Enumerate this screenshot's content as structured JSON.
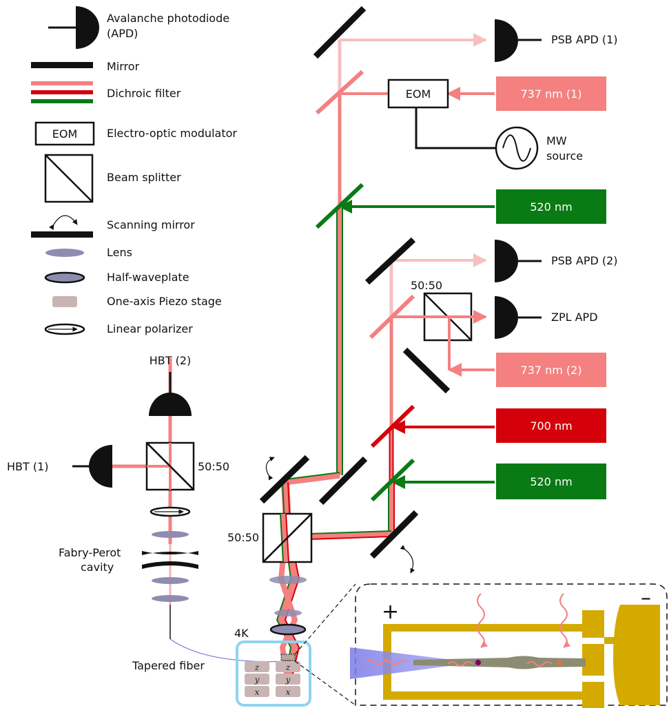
{
  "legend": {
    "apd": "Avalanche photodiode",
    "apd_abbrev": "(APD)",
    "mirror": "Mirror",
    "dichroic": "Dichroic filter",
    "eom_box": "EOM",
    "eom": "Electro-optic modulator",
    "beam_splitter": "Beam splitter",
    "scanning_mirror": "Scanning mirror",
    "lens": "Lens",
    "half_waveplate": "Half-waveplate",
    "piezo": "One-axis Piezo stage",
    "polarizer": "Linear polarizer"
  },
  "detectors": {
    "psb1": "PSB APD (1)",
    "psb2": "PSB APD (2)",
    "zpl": "ZPL APD",
    "hbt1": "HBT (1)",
    "hbt2": "HBT (2)"
  },
  "sources": {
    "laser737_1": "737 nm (1)",
    "laser520_a": "520 nm",
    "laser737_2": "737 nm (2)",
    "laser700": "700 nm",
    "laser520_b": "520 nm",
    "mw_line1": "MW",
    "mw_line2": "source"
  },
  "optics": {
    "eom": "EOM",
    "bs_ratio_top": "50:50",
    "bs_ratio_hbt": "50:50",
    "bs_ratio_main": "50:50",
    "fp_line1": "Fabry-Perot",
    "fp_line2": "cavity",
    "temp_4k": "4K",
    "tapered_fiber": "Tapered fiber"
  },
  "stage_axes": {
    "z": "z",
    "y": "y",
    "x": "x"
  },
  "electrodes": {
    "plus": "+",
    "minus": "–"
  },
  "colors": {
    "red_light": "#f48080",
    "red_faint": "#f7c0c0",
    "green": "#0a7a14",
    "dark_red": "#d4000a",
    "gold": "#d4aa00",
    "lens": "#8e8cb0",
    "piezo": "#c9b4b4",
    "cryostat": "#8fd4ee"
  }
}
